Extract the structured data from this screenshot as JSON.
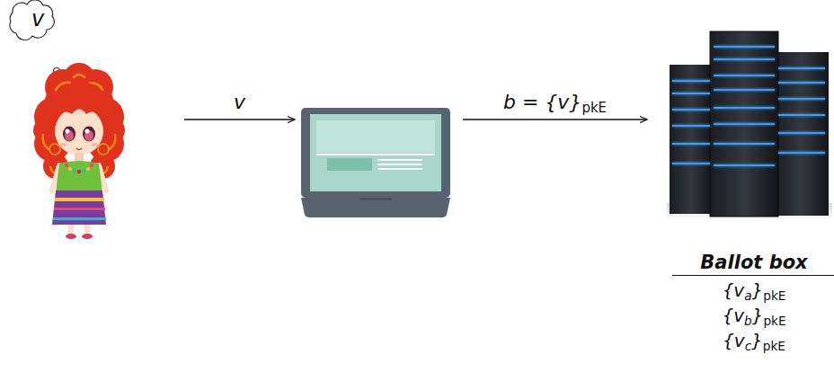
{
  "diagram": {
    "nodes": [
      {
        "text": [
          "v"
        ]
      },
      {
        "text": []
      },
      {
        "text": [
          "Ballot box",
          "{va}pkE",
          "{vb}pkE",
          "{vc}pkE"
        ]
      }
    ],
    "edges": [
      {
        "from": 0,
        "to": 1,
        "arrow": "to",
        "label": "v"
      },
      {
        "from": 1,
        "to": 2,
        "arrow": "to",
        "label": "b = {v}pkE"
      }
    ]
  }
}
